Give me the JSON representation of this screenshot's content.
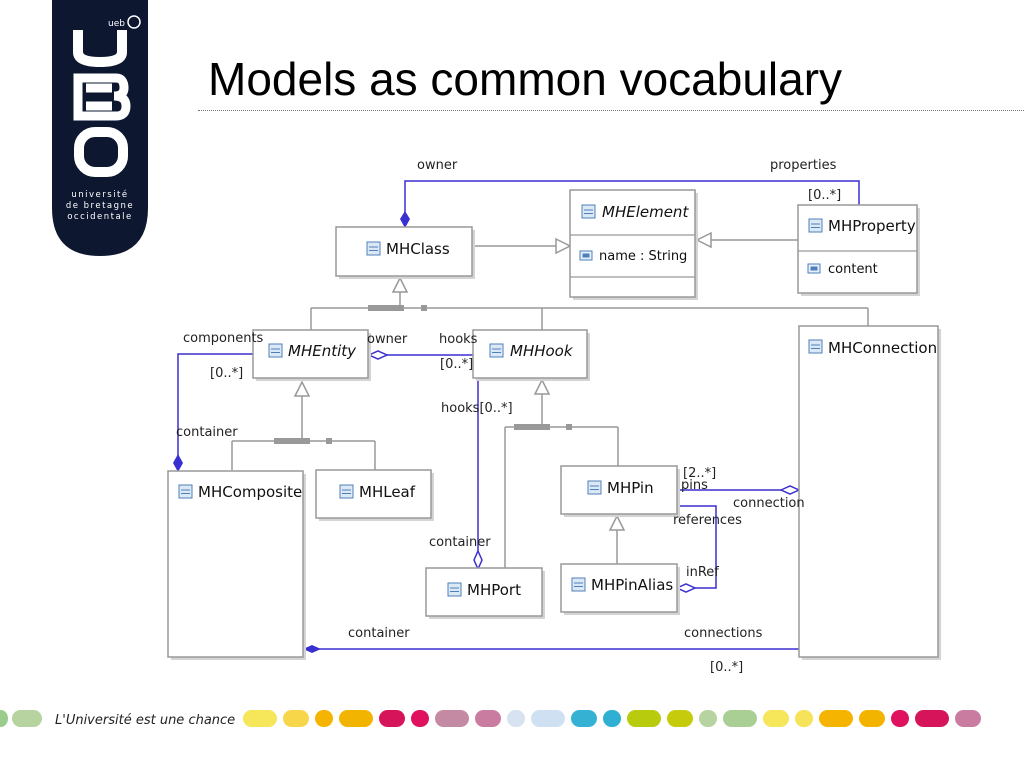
{
  "slide": {
    "title": "Models as common vocabulary"
  },
  "logo": {
    "letters": "UBO",
    "tagline_lines": [
      "université",
      "de bretagne",
      "occidentale"
    ],
    "ueb_mark": "ueb"
  },
  "footer": {
    "slogan": "L'Université est une chance",
    "colors": [
      "#9ccc8c",
      "#b7d39f",
      "#f6e65a",
      "#f7d64a",
      "#f5b400",
      "#f3b400",
      "#d6145a",
      "#e0115f",
      "#c58aa3",
      "#c97ca0",
      "#d7e3f0",
      "#cfe0f2",
      "#35b2d3",
      "#2fb0d2",
      "#b8cc0d",
      "#c6cc0b",
      "#b7d39f",
      "#a9cf95",
      "#f6e65a",
      "#f7e35a",
      "#f5b400",
      "#f3b400",
      "#e0115f",
      "#d6145a",
      "#c97ca0"
    ]
  },
  "classes": {
    "mhclass": {
      "name": "MHClass"
    },
    "mhelement": {
      "name": "MHElement",
      "attr": "name : String"
    },
    "mhproperty": {
      "name": "MHProperty",
      "attr": "content"
    },
    "mhentity": {
      "name": "MHEntity"
    },
    "mhhook": {
      "name": "MHHook"
    },
    "mhconnection": {
      "name": "MHConnection"
    },
    "mhcomposite": {
      "name": "MHComposite"
    },
    "mhleaf": {
      "name": "MHLeaf"
    },
    "mhpin": {
      "name": "MHPin"
    },
    "mhport": {
      "name": "MHPort"
    },
    "mhpinalias": {
      "name": "MHPinAlias"
    }
  },
  "labels": {
    "owner_top": "owner",
    "properties": "properties",
    "properties_mult": "[0..*]",
    "components": "components",
    "owner_mid": "owner",
    "hooks_top": "hooks",
    "entity_mult": "[0..*]",
    "hook_mult": "[0..*]",
    "hooks_mult": "hooks[0..*]",
    "container_left": "container",
    "pins_mult": "[2..*]",
    "pins": "pins",
    "connection": "connection",
    "references": "references",
    "container_port": "container",
    "inref": "inRef",
    "container_bottom": "container",
    "connections": "connections",
    "connections_mult": "[0..*]"
  },
  "colors": {
    "association": "#3a2fd0",
    "class_border": "#999999",
    "logo_bg": "#0d1830"
  }
}
